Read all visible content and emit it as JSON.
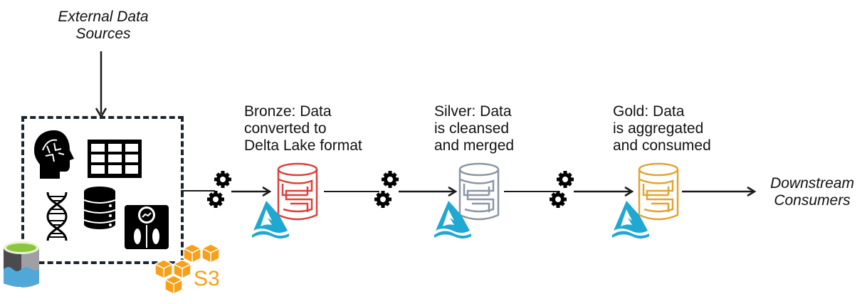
{
  "source": {
    "title_line1": "External Data",
    "title_line2": "Sources",
    "icons": [
      "brain-head-icon",
      "table-grid-icon",
      "dna-icon",
      "database-icon",
      "scale-icon",
      "azure-data-lake-icon",
      "aws-s3-icon"
    ],
    "s3_label": "S3"
  },
  "stages": [
    {
      "name": "bronze",
      "line1": "Bronze: Data",
      "line2": "converted to",
      "line3": "Delta Lake format",
      "color": "#d9423a"
    },
    {
      "name": "silver",
      "line1": "Silver: Data",
      "line2": "is cleansed",
      "line3": "and merged",
      "color": "#8a96a3"
    },
    {
      "name": "gold",
      "line1": "Gold: Data",
      "line2": "is aggregated",
      "line3": "and consumed",
      "color": "#e3a335"
    }
  ],
  "sink": {
    "line1": "Downstream",
    "line2": "Consumers"
  },
  "colors": {
    "delta_logo": "#1fa8d1",
    "s3_orange": "#f7a01c",
    "dashed_border": "#1c2630"
  }
}
